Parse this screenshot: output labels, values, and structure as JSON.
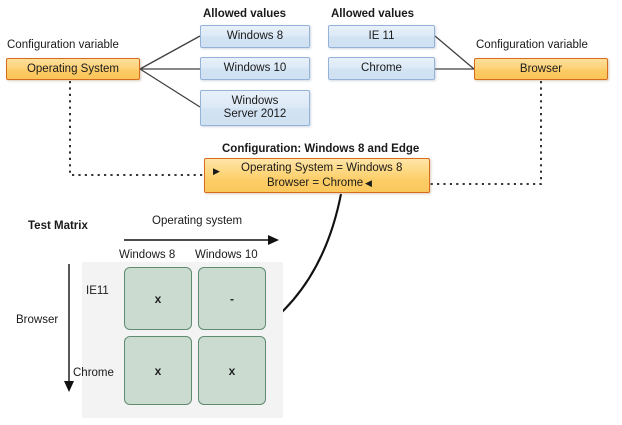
{
  "diagram": {
    "title_hidden": "",
    "left_group": {
      "variable_caption": "Configuration variable",
      "variable_name": "Operating System",
      "allowed_values_caption": "Allowed values",
      "allowed_values": [
        "Windows 8",
        "Windows 10",
        "Windows\nServer 2012"
      ],
      "allowed_values_flat": [
        "Windows 8",
        "Windows 10",
        "Windows Server 2012"
      ]
    },
    "right_group": {
      "variable_caption": "Configuration variable",
      "variable_name": "Browser",
      "allowed_values_caption": "Allowed values",
      "allowed_values": [
        "IE 11",
        "Chrome"
      ]
    },
    "configuration": {
      "caption": "Configuration: Windows 8 and Edge",
      "line1": "Operating System = Windows 8",
      "line2": "Browser = Chrome",
      "left_marker": "▶",
      "right_marker": "◀"
    },
    "matrix": {
      "title": "Test Matrix",
      "x_axis_label": "Operating system",
      "y_axis_label": "Browser",
      "columns": [
        "Windows 8",
        "Windows 10"
      ],
      "rows": [
        "IE11",
        "Chrome"
      ],
      "cells": [
        [
          "x",
          "-"
        ],
        [
          "x",
          "x"
        ]
      ]
    },
    "colors": {
      "variable_fill": "#fcd071",
      "variable_border": "#d96b1f",
      "value_fill": "#dce9f6",
      "value_border": "#95b3d7",
      "cell_fill": "#cbdbd0",
      "cell_border": "#5f8c71",
      "panel_fill": "#f3f3f3",
      "connector": "#404040"
    }
  }
}
